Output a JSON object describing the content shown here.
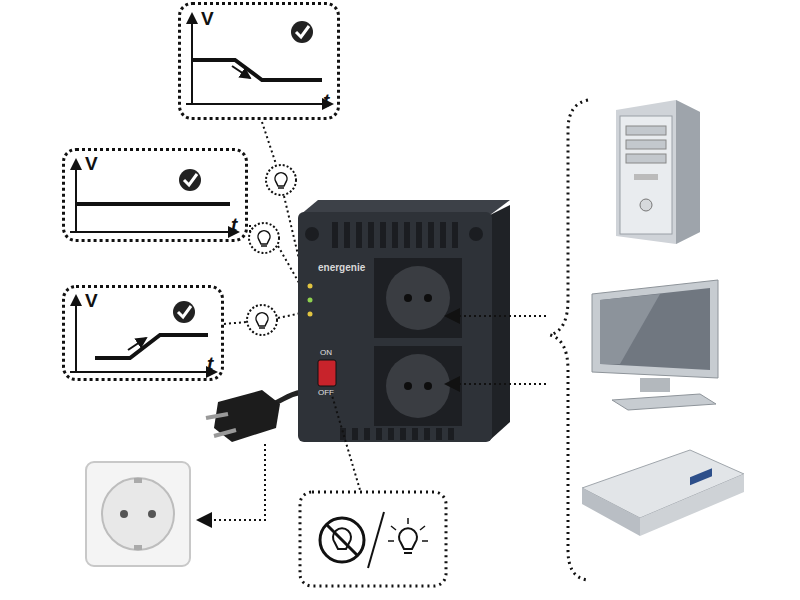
{
  "diagram": {
    "nodes": [
      {
        "text": [
          "V",
          "t"
        ]
      },
      {
        "text": [
          "V",
          "t"
        ]
      },
      {
        "text": [
          "V",
          "t"
        ]
      }
    ],
    "labels": [
      "energenie",
      "ON",
      "OFF"
    ]
  }
}
